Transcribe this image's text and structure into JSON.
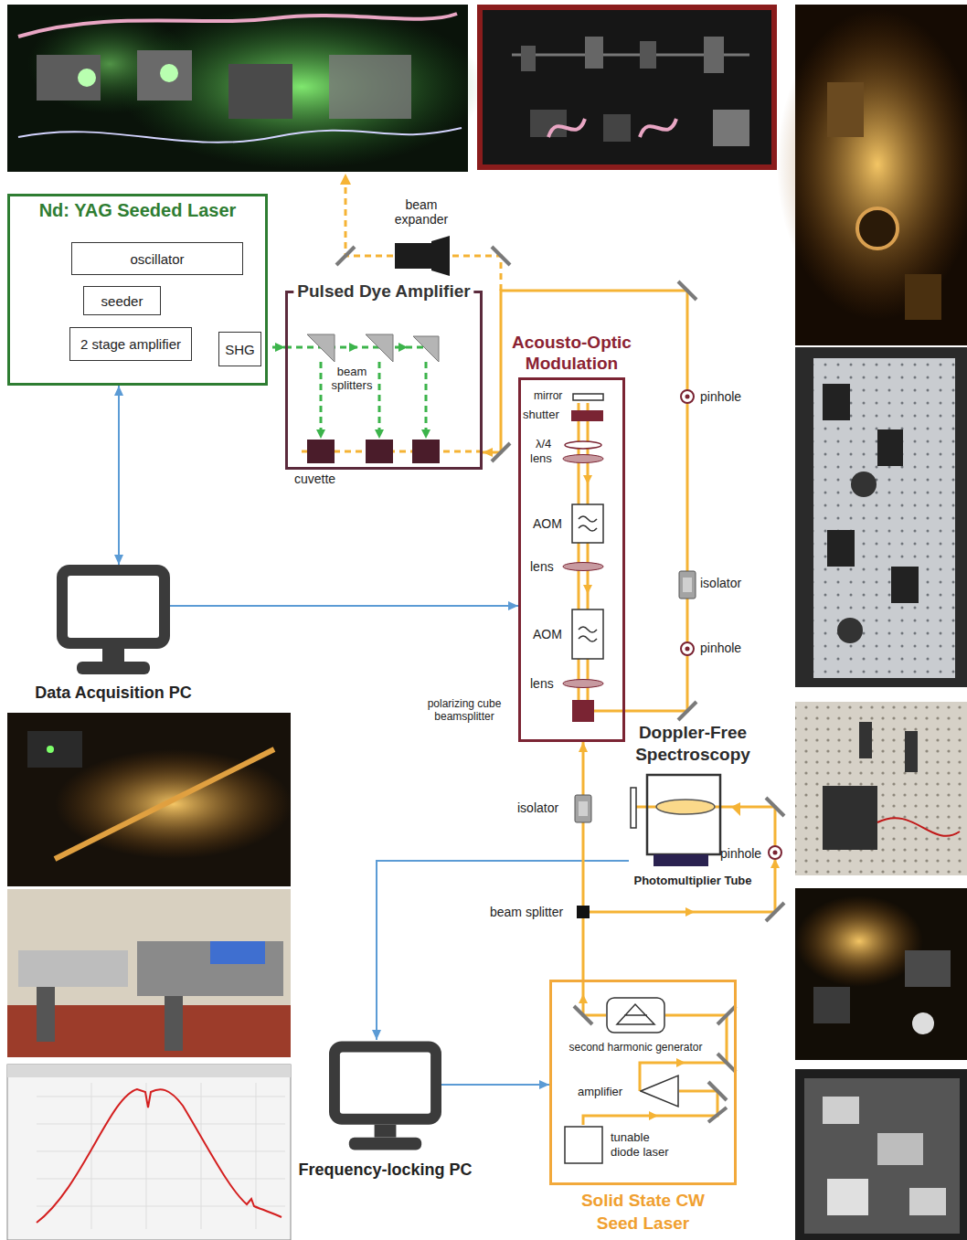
{
  "diagram": {
    "nodes": [
      {
        "text": [
          "Nd: YAG Seeded Laser"
        ]
      },
      {
        "text": [
          "oscillator"
        ],
        "in": 0
      },
      {
        "text": [
          "seeder"
        ],
        "in": 0
      },
      {
        "text": [
          "2 stage amplifier"
        ],
        "in": 0
      },
      {
        "text": [
          "SHG"
        ],
        "in": 0
      },
      {
        "text": [
          "Pulsed Dye Amplifier"
        ]
      },
      {
        "text": [
          "Acousto-Optic Modulation"
        ]
      },
      {
        "text": [
          "AOM"
        ],
        "in": 6
      },
      {
        "text": [
          "AOM"
        ],
        "in": 6
      },
      {
        "text": [
          "Data Acquisition PC"
        ]
      },
      {
        "text": [
          "Doppler-Free Spectroscopy",
          "Photomultiplier Tube"
        ]
      },
      {
        "text": [
          "Frequency-locking PC"
        ]
      },
      {
        "text": [
          "Solid State CW Seed Laser"
        ]
      },
      {
        "text": [
          "second harmonic generator"
        ],
        "in": 12
      },
      {
        "text": [
          "amplifier"
        ],
        "in": 12
      },
      {
        "text": [
          "tunable diode laser"
        ],
        "in": 12
      }
    ],
    "edges": [
      {
        "from": 9,
        "to": 0,
        "arrow": "both"
      },
      {
        "from": 9,
        "to": 6,
        "arrow": "to"
      },
      {
        "from": 10,
        "to": 11,
        "arrow": "to"
      },
      {
        "from": 11,
        "to": 12,
        "arrow": "to"
      },
      {
        "from": 4,
        "to": 5,
        "arrow": "to"
      },
      {
        "from": 12,
        "to": 6,
        "arrow": "to"
      },
      {
        "from": 6,
        "to": 5,
        "arrow": "to"
      }
    ],
    "labels": [
      "beam expander",
      "beam splitters",
      "cuvette",
      "mirror",
      "shutter",
      "λ/4",
      "lens",
      "pinhole",
      "lens",
      "isolator",
      "lens",
      "pinhole",
      "polarizing cube beamsplitter",
      "isolator",
      "pinhole",
      "beam splitter"
    ]
  }
}
